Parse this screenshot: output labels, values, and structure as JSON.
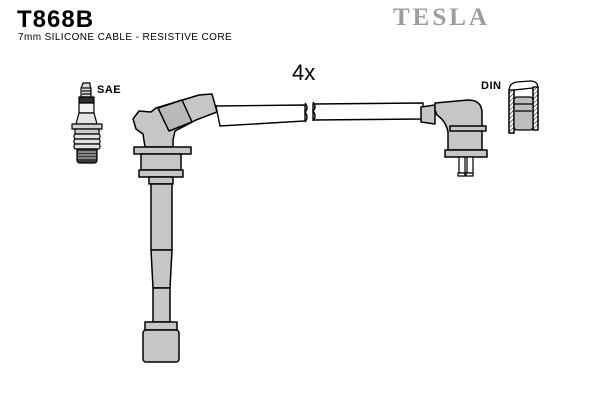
{
  "header": {
    "part_number": "T868B",
    "subtitle": "7mm SILICONE CABLE - RESISTIVE CORE",
    "brand": "TESLA"
  },
  "diagram": {
    "quantity": "4x",
    "plug_end_label": "SAE",
    "coil_end_label": "DIN"
  },
  "colors": {
    "background": "#ffffff",
    "part_fill": "#c6c6c6",
    "part_fill_dark": "#b9b9b9",
    "insulator_white": "#f2f2f2",
    "thread_dark": "#3a3a3a",
    "outline": "#000000",
    "brand_gray": "#9d9d9d",
    "text": "#000000"
  }
}
